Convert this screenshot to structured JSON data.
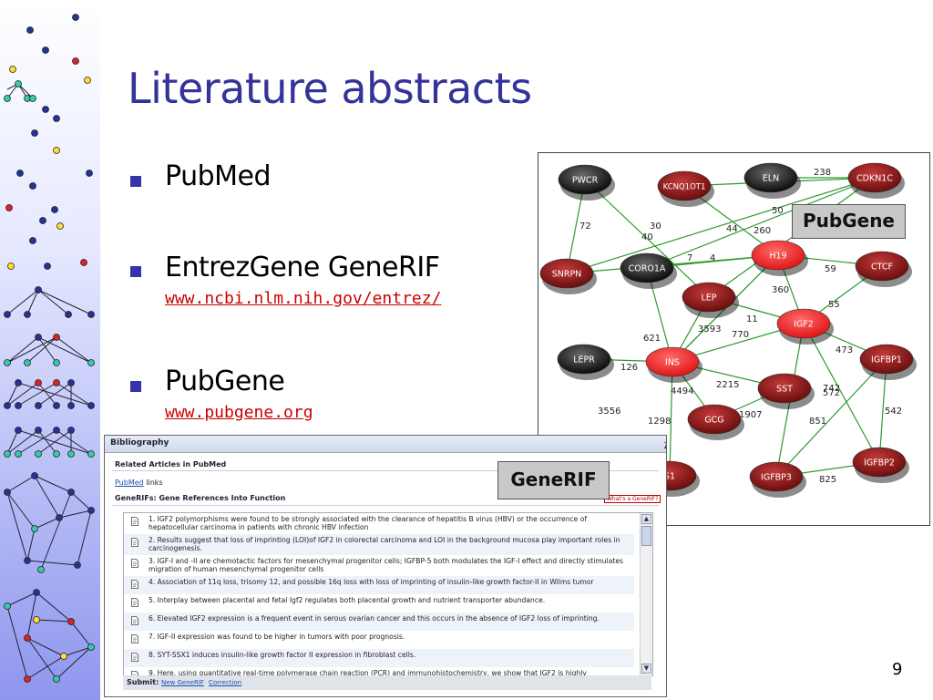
{
  "slide": {
    "title": "Literature abstracts",
    "page_number": "9",
    "bullets": [
      {
        "label": "PubMed",
        "link": ""
      },
      {
        "label": "EntrezGene GeneRIF",
        "link": "www.ncbi.nlm.nih.gov/entrez/"
      },
      {
        "label": "PubGene",
        "link": "www.pubgene.org"
      }
    ],
    "tags": {
      "pubgene": "PubGene",
      "generif": "GeneRIF"
    }
  },
  "network": {
    "nodes": [
      {
        "id": "PWCR",
        "color": "black"
      },
      {
        "id": "KCNQ1OT1",
        "color": "darkred"
      },
      {
        "id": "ELN",
        "color": "black"
      },
      {
        "id": "CDKN1C",
        "color": "darkred"
      },
      {
        "id": "SNRPN",
        "color": "darkred"
      },
      {
        "id": "CORO1A",
        "color": "black"
      },
      {
        "id": "H19",
        "color": "red"
      },
      {
        "id": "CTCF",
        "color": "darkred"
      },
      {
        "id": "LEP",
        "color": "darkred"
      },
      {
        "id": "IGF2",
        "color": "red"
      },
      {
        "id": "LEPR",
        "color": "black"
      },
      {
        "id": "INS",
        "color": "red"
      },
      {
        "id": "IGFBP1",
        "color": "darkred"
      },
      {
        "id": "SST",
        "color": "darkred"
      },
      {
        "id": "GCG",
        "color": "darkred"
      },
      {
        "id": "IGFBP3",
        "color": "darkred"
      },
      {
        "id": "IGFBP2",
        "color": "darkred"
      },
      {
        "id": "S1",
        "color": "darkred"
      }
    ],
    "edge_labels": [
      "238",
      "50",
      "72",
      "30",
      "40",
      "44",
      "260",
      "7",
      "4",
      "59",
      "360",
      "55",
      "3593",
      "11",
      "770",
      "621",
      "126",
      "473",
      "2215",
      "4494",
      "742",
      "572",
      "3556",
      "1298",
      "1907",
      "851",
      "542",
      "825"
    ]
  },
  "generif_panel": {
    "header": "Bibliography",
    "related_title": "Related Articles in PubMed",
    "pubmed_link": "PubMed",
    "pubmed_links_suffix": " links",
    "generif_title": "GeneRIFs: Gene References Into Function",
    "whats_link": "What's a GeneRIF?",
    "items": [
      "1. IGF2 polymorphisms were found to be strongly associated with the clearance of hepatitis B virus (HBV) or the occurrence of hepatocellular carcinoma in patients with chronic HBV infection",
      "2. Results suggest that loss of imprinting (LOI)of IGF2 in colorectal carcinoma and LOI in the background mucosa play important roles in carcinogenesis.",
      "3. IGF-I and -II are chemotactic factors for mesenchymal progenitor cells; IGFBP-5 both modulates the IGF-I effect and directly stimulates migration of human mesenchymal progenitor cells",
      "4. Association of 11q loss, trisomy 12, and possible 16q loss with loss of imprinting of insulin-like growth factor-II in Wilms tumor",
      "5. Interplay between placental and fetal Igf2 regulates both placental growth and nutrient transporter abundance.",
      "6. Elevated IGF2 expression is a frequent event in serous ovarian cancer and this occurs in the absence of IGF2 loss of imprinting.",
      "7. IGF-II expression was found to be higher in tumors with poor prognosis.",
      "8. SYT-SSX1 induces insulin-like growth factor II expression in fibroblast cells.",
      "9. Here, using quantitative real-time polymerase chain reaction (PCR) and immunohistochemistry, we show that IGF2 is highly"
    ],
    "submit_label": "Submit:",
    "new_generif": "New GeneRIF",
    "correction": "Correction"
  }
}
